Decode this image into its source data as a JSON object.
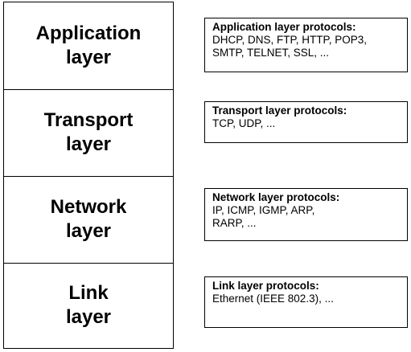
{
  "layers": [
    {
      "name": "Application\nlayer",
      "protocols_title": "Application layer protocols:",
      "protocols": "DHCP, DNS, FTP, HTTP, POP3,\nSMTP, TELNET, SSL, ..."
    },
    {
      "name": "Transport\nlayer",
      "protocols_title": "Transport layer protocols:",
      "protocols": "TCP, UDP, ..."
    },
    {
      "name": "Network\nlayer",
      "protocols_title": "Network layer protocols:",
      "protocols": "IP, ICMP, IGMP, ARP,\nRARP,  ..."
    },
    {
      "name": "Link\nlayer",
      "protocols_title": "Link layer protocols:",
      "protocols": "Ethernet (IEEE 802.3), ..."
    }
  ]
}
